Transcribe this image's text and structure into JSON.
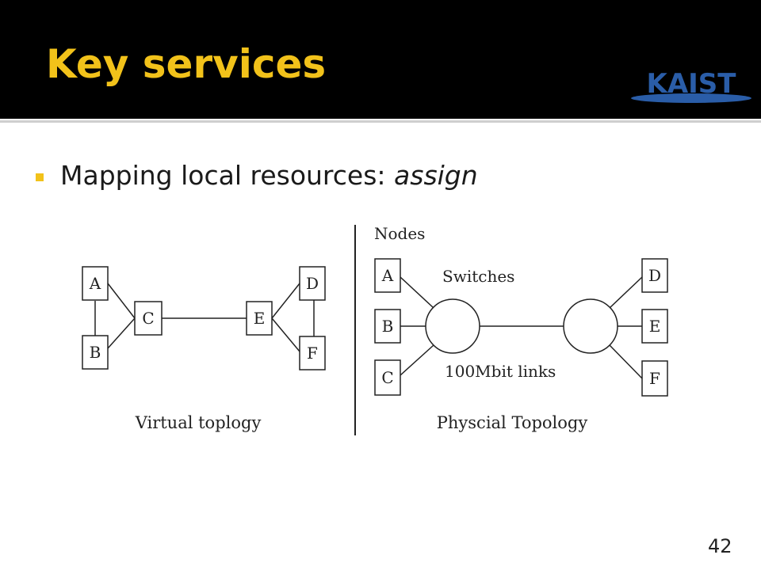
{
  "slide": {
    "title": "Key services",
    "logo_text": "KAIST",
    "bullet": {
      "text": "Mapping local resources: ",
      "emphasis": "assign"
    },
    "page_number": "42"
  },
  "colors": {
    "title": "#f2c21a",
    "bullet": "#f2c21a",
    "logo": "#2a5da8",
    "header_bg": "#000000"
  },
  "diagram": {
    "virtual": {
      "caption": "Virtual toplogy",
      "nodes": {
        "A": "A",
        "B": "B",
        "C": "C",
        "D": "D",
        "E": "E",
        "F": "F"
      }
    },
    "physical": {
      "caption": "Physcial Topology",
      "nodes_label": "Nodes",
      "switches_label": "Switches",
      "links_label": "100Mbit links",
      "nodes": {
        "A": "A",
        "B": "B",
        "C": "C",
        "D": "D",
        "E": "E",
        "F": "F"
      }
    }
  }
}
